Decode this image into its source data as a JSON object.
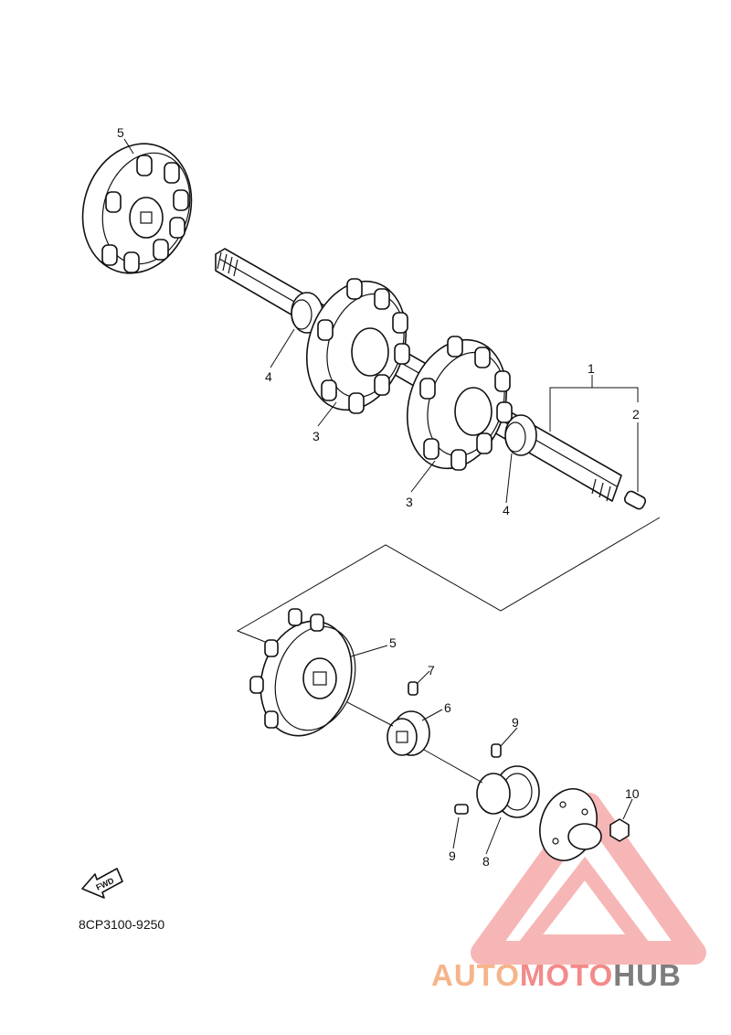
{
  "diagram": {
    "callouts": {
      "c1": "1",
      "c2": "2",
      "c3a": "3",
      "c3b": "3",
      "c4a": "4",
      "c4b": "4",
      "c5a": "5",
      "c5b": "5",
      "c6": "6",
      "c7": "7",
      "c8": "8",
      "c9a": "9",
      "c9b": "9",
      "c10": "10"
    },
    "fwd_label": "FWD",
    "catalog_code": "8CP3100-9250"
  },
  "watermark": {
    "part1": "AUTO",
    "part2": "MOTO",
    "part3": "HUB",
    "colors": {
      "orange": "#f6b48a",
      "red": "#f38a8a",
      "gray": "#7d7d7d"
    }
  }
}
